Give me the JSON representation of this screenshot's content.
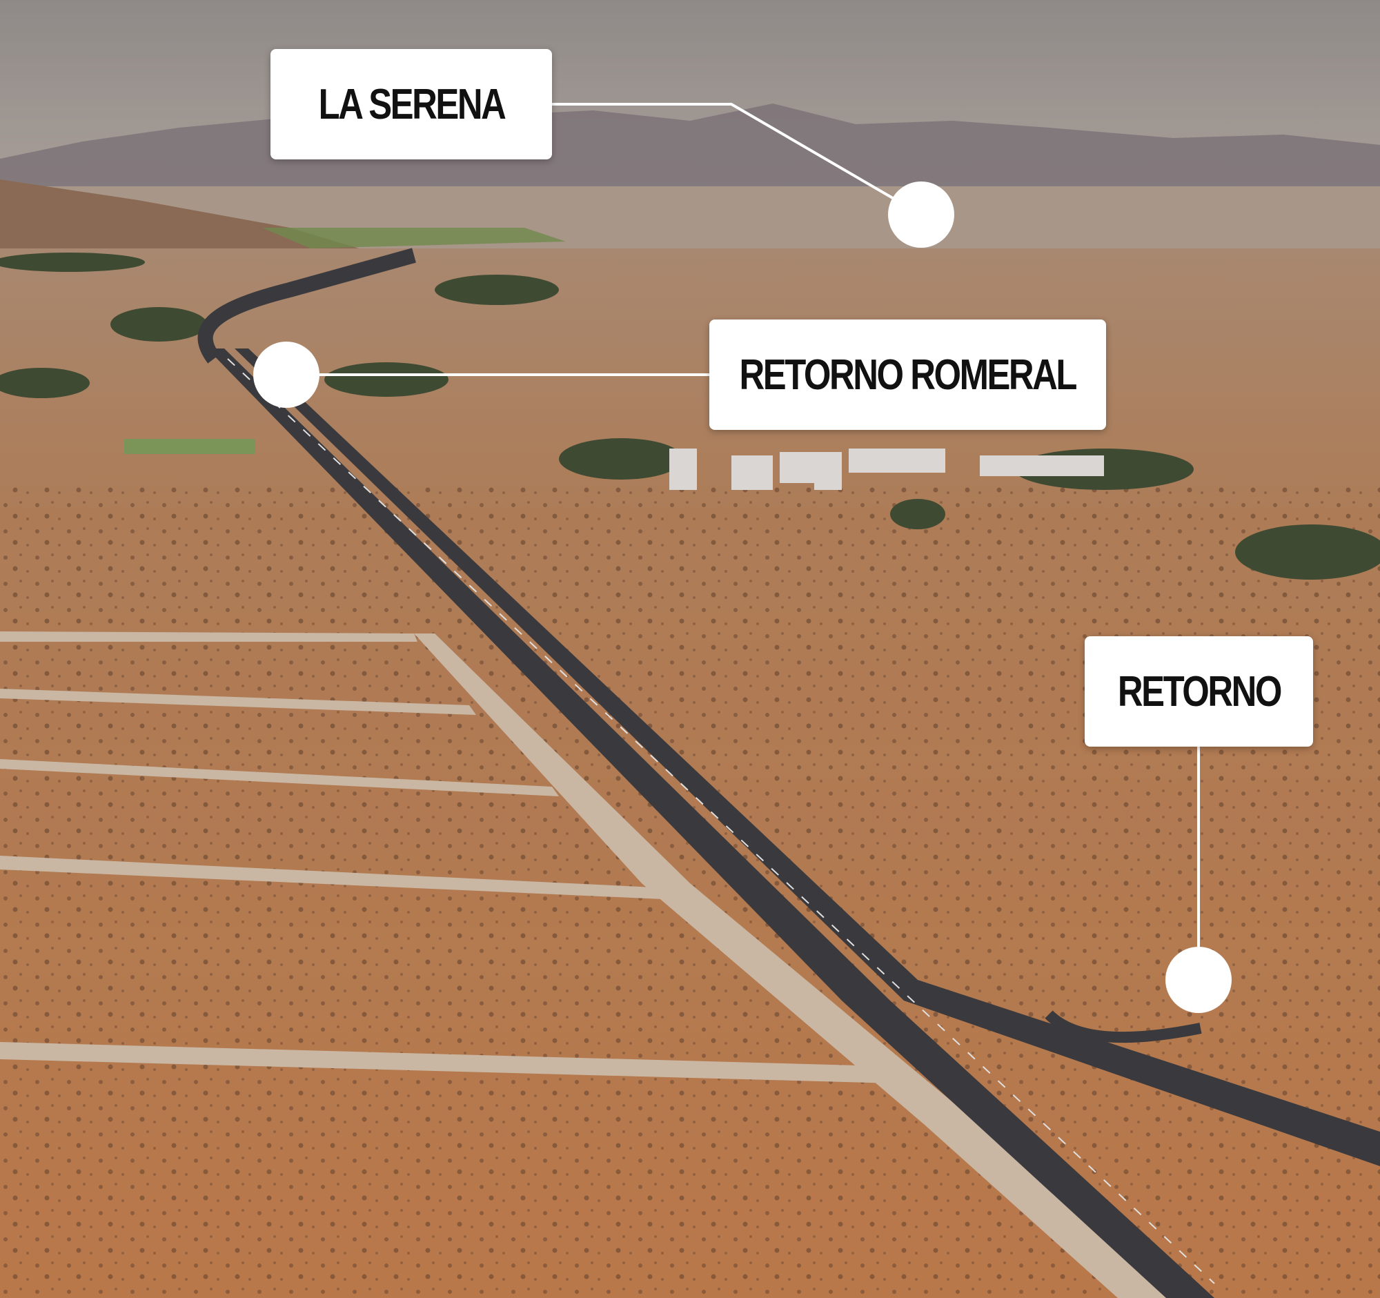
{
  "colors": {
    "sky": "#9c9591",
    "haze": "#a79c95",
    "mountains": "#7d7378",
    "city": "#a89688",
    "desert": "#b27548",
    "desert_dark": "#8d5a3a",
    "road": "#3a3a3e",
    "service_road": "#c9b7a4",
    "vegetation": "#3f4a33",
    "field_green": "#6f8a4d",
    "label_bg": "#ffffff",
    "label_text": "#111111",
    "marker": "#ffffff"
  },
  "callouts": {
    "la_serena": {
      "label": "LA SERENA",
      "icon": "location-dot-icon"
    },
    "retorno_romeral": {
      "label": "RETORNO ROMERAL",
      "icon": "location-dot-icon"
    },
    "retorno": {
      "label": "RETORNO",
      "icon": "location-dot-icon"
    }
  }
}
